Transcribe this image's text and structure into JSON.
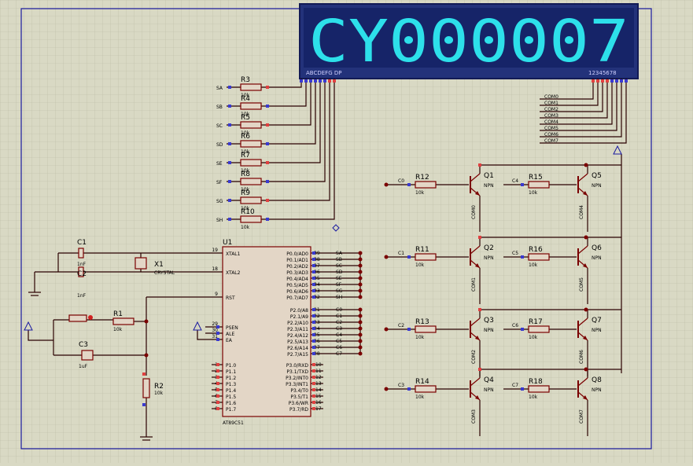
{
  "display": {
    "digits": "CY000007",
    "seg_label": "ABCDEFG DP",
    "com_label": "12345678"
  },
  "chip": {
    "ref": "U1",
    "part": "AT89C51",
    "left_pins": [
      {
        "num": "19",
        "name": "XTAL1"
      },
      {
        "num": "18",
        "name": "XTAL2"
      },
      {
        "num": "9",
        "name": "RST"
      },
      {
        "num": "29",
        "name": "PSEN"
      },
      {
        "num": "30",
        "name": "ALE"
      },
      {
        "num": "31",
        "name": "EA"
      }
    ],
    "p1_pins": [
      {
        "num": "1",
        "name": "P1.0"
      },
      {
        "num": "2",
        "name": "P1.1"
      },
      {
        "num": "3",
        "name": "P1.2"
      },
      {
        "num": "4",
        "name": "P1.3"
      },
      {
        "num": "5",
        "name": "P1.4"
      },
      {
        "num": "6",
        "name": "P1.5"
      },
      {
        "num": "7",
        "name": "P1.6"
      },
      {
        "num": "8",
        "name": "P1.7"
      }
    ],
    "p0_pins": [
      {
        "num": "39",
        "name": "P0.0/AD0",
        "net": "SA"
      },
      {
        "num": "38",
        "name": "P0.1/AD1",
        "net": "SB"
      },
      {
        "num": "37",
        "name": "P0.2/AD2",
        "net": "SC"
      },
      {
        "num": "36",
        "name": "P0.3/AD3",
        "net": "SD"
      },
      {
        "num": "35",
        "name": "P0.4/AD4",
        "net": "SE"
      },
      {
        "num": "34",
        "name": "P0.5/AD5",
        "net": "SF"
      },
      {
        "num": "33",
        "name": "P0.6/AD6",
        "net": "SG"
      },
      {
        "num": "32",
        "name": "P0.7/AD7",
        "net": "SH"
      }
    ],
    "p2_pins": [
      {
        "num": "21",
        "name": "P2.0/A8",
        "net": "C0"
      },
      {
        "num": "22",
        "name": "P2.1/A9",
        "net": "C1"
      },
      {
        "num": "23",
        "name": "P2.2/A10",
        "net": "C2"
      },
      {
        "num": "24",
        "name": "P2.3/A11",
        "net": "C3"
      },
      {
        "num": "25",
        "name": "P2.4/A12",
        "net": "C4"
      },
      {
        "num": "26",
        "name": "P2.5/A13",
        "net": "C5"
      },
      {
        "num": "27",
        "name": "P2.6/A14",
        "net": "C6"
      },
      {
        "num": "28",
        "name": "P2.7/A15",
        "net": "C7"
      }
    ],
    "p3_pins": [
      {
        "num": "10",
        "name": "P3.0/RXD"
      },
      {
        "num": "11",
        "name": "P3.1/TXD"
      },
      {
        "num": "12",
        "name": "P3.2/INT0"
      },
      {
        "num": "13",
        "name": "P3.3/INT1"
      },
      {
        "num": "14",
        "name": "P3.4/T0"
      },
      {
        "num": "15",
        "name": "P3.5/T1"
      },
      {
        "num": "16",
        "name": "P3.6/WR"
      },
      {
        "num": "17",
        "name": "P3.7/RD"
      }
    ]
  },
  "seg_resistors": [
    {
      "ref": "R3",
      "net": "SA",
      "val": "10k"
    },
    {
      "ref": "R4",
      "net": "SB",
      "val": "10k"
    },
    {
      "ref": "R5",
      "net": "SC",
      "val": "10k"
    },
    {
      "ref": "R6",
      "net": "SD",
      "val": "10k"
    },
    {
      "ref": "R7",
      "net": "SE",
      "val": "10k"
    },
    {
      "ref": "R8",
      "net": "SF",
      "val": "10k"
    },
    {
      "ref": "R9",
      "net": "SG",
      "val": "10k"
    },
    {
      "ref": "R10",
      "net": "SH",
      "val": "10k"
    }
  ],
  "com_labels": [
    "COM0",
    "COM1",
    "COM2",
    "COM3",
    "COM4",
    "COM5",
    "COM6",
    "COM7"
  ],
  "drivers": [
    {
      "in": "C0",
      "r": "R12",
      "q": "Q1",
      "com": "COM0",
      "in2": "C4",
      "r2": "R15",
      "q2": "Q5",
      "com2": "COM4"
    },
    {
      "in": "C1",
      "r": "R11",
      "q": "Q2",
      "com": "COM1",
      "in2": "C5",
      "r2": "R16",
      "q2": "Q6",
      "com2": "COM5"
    },
    {
      "in": "C2",
      "r": "R13",
      "q": "Q3",
      "com": "COM2",
      "in2": "C6",
      "r2": "R17",
      "q2": "Q7",
      "com2": "COM6"
    },
    {
      "in": "C3",
      "r": "R14",
      "q": "Q4",
      "com": "COM3",
      "in2": "C7",
      "r2": "R18",
      "q2": "Q8",
      "com2": "COM7"
    }
  ],
  "driver_common": {
    "rval": "10k",
    "type": "NPN"
  },
  "osc": {
    "c1": "C1",
    "c1v": "1nF",
    "c2": "C2",
    "c2v": "1nF",
    "x1": "X1",
    "x1t": "CRYSTAL"
  },
  "reset": {
    "r1": "R1",
    "r1v": "10k",
    "c3": "C3",
    "c3v": "1uF",
    "r2": "R2",
    "r2v": "10k"
  }
}
